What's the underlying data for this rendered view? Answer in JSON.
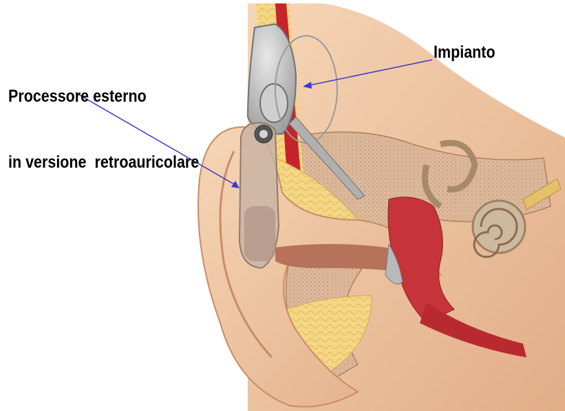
{
  "labels": {
    "processor_line1": "Processore esterno",
    "processor_line2": "in versione  retroauricolare",
    "implant": "Impianto"
  },
  "colors": {
    "background": "#ffffff",
    "skin": "#f0c9a4",
    "skin_shadow": "#d49a78",
    "fat": "#f1d27a",
    "bone": "#d9b89b",
    "artery": "#c4242a",
    "device": "#a8a8a8",
    "pointer_line": "#3a3acc",
    "cochlea": "#cdb8a0",
    "nerve": "#e5c06a"
  }
}
